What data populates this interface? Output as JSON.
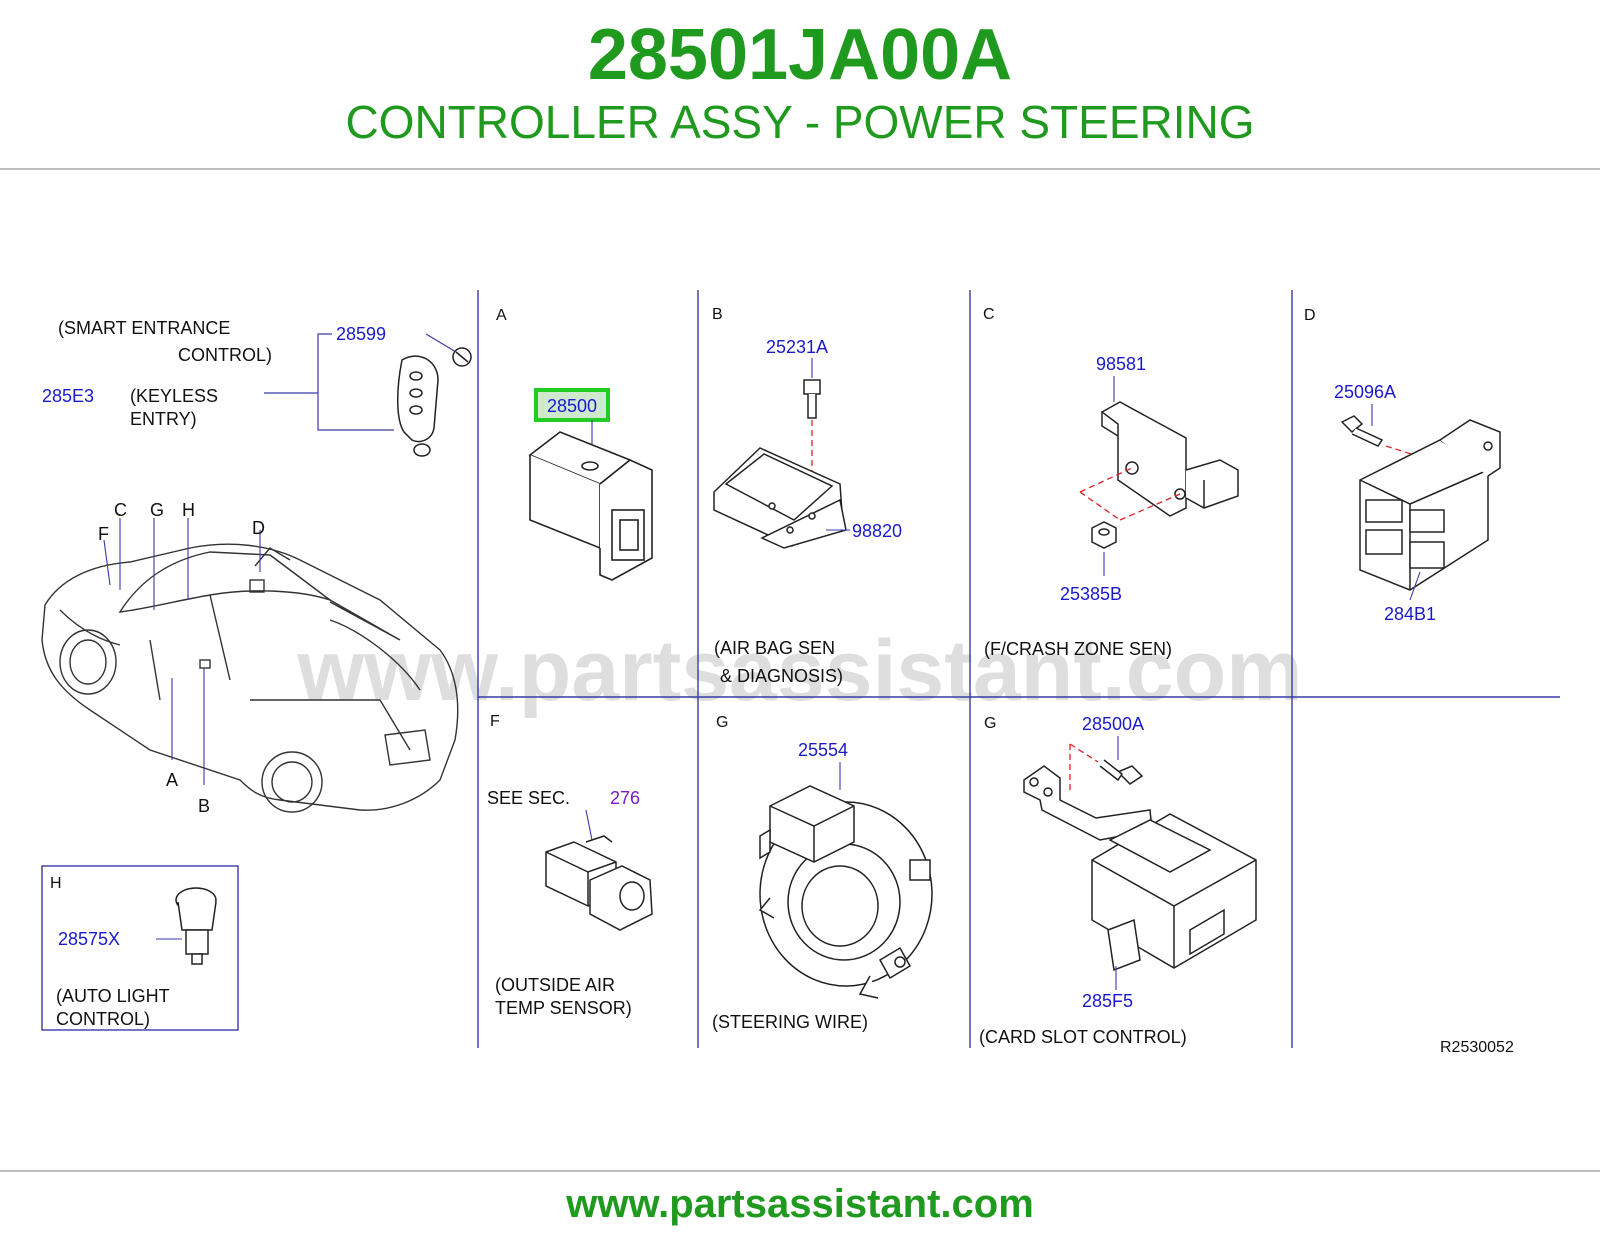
{
  "header": {
    "part_number": "28501JA00A",
    "description": "CONTROLLER ASSY - POWER STEERING"
  },
  "footer": {
    "url": "www.partsassistant.com"
  },
  "watermark": "www.partsassistant.com",
  "drawing_code": "R2530052",
  "colors": {
    "brand": "#1f9a1f",
    "callout": "#1a1acc",
    "highlight": "#22cc22",
    "grid": "#3a3aa8"
  },
  "overview": {
    "smart_entrance_1": "(SMART   ENTRANCE",
    "smart_entrance_2": "CONTROL)",
    "keyless_1": "(KEYLESS",
    "keyless_2": "ENTRY)",
    "parts": {
      "remote_battery": "28599",
      "keyless_unit": "285E3"
    },
    "car_letters": {
      "c": "C",
      "g": "G",
      "h": "H",
      "f": "F",
      "d": "D",
      "a": "A",
      "b": "B"
    }
  },
  "panels": {
    "a": {
      "letter": "A",
      "part": "28500"
    },
    "b": {
      "letter": "B",
      "bolt": "25231A",
      "sensor": "98820",
      "caption_1": "(AIR   BAG   SEN",
      "caption_2": "&   DIAGNOSIS)"
    },
    "c": {
      "letter": "C",
      "sensor": "98581",
      "nut": "25385B",
      "caption_1": "(F/CRASH   ZONE   SEN)"
    },
    "d": {
      "letter": "D",
      "bolt": "25096A",
      "module": "284B1"
    },
    "f": {
      "letter": "F",
      "see_sec": "SEE   SEC.",
      "sec_ref": "276",
      "caption_1": "(OUTSIDE   AIR",
      "caption_2": "TEMP   SENSOR)"
    },
    "g1": {
      "letter": "G",
      "part": "25554",
      "caption_1": "(STEERING   WIRE)"
    },
    "g2": {
      "letter": "G",
      "bolt": "28500A",
      "module": "285F5",
      "caption_1": "(CARD   SLOT   CONTROL)"
    },
    "h": {
      "letter": "H",
      "part": "28575X",
      "caption_1": "(AUTO   LIGHT",
      "caption_2": "CONTROL)"
    }
  }
}
